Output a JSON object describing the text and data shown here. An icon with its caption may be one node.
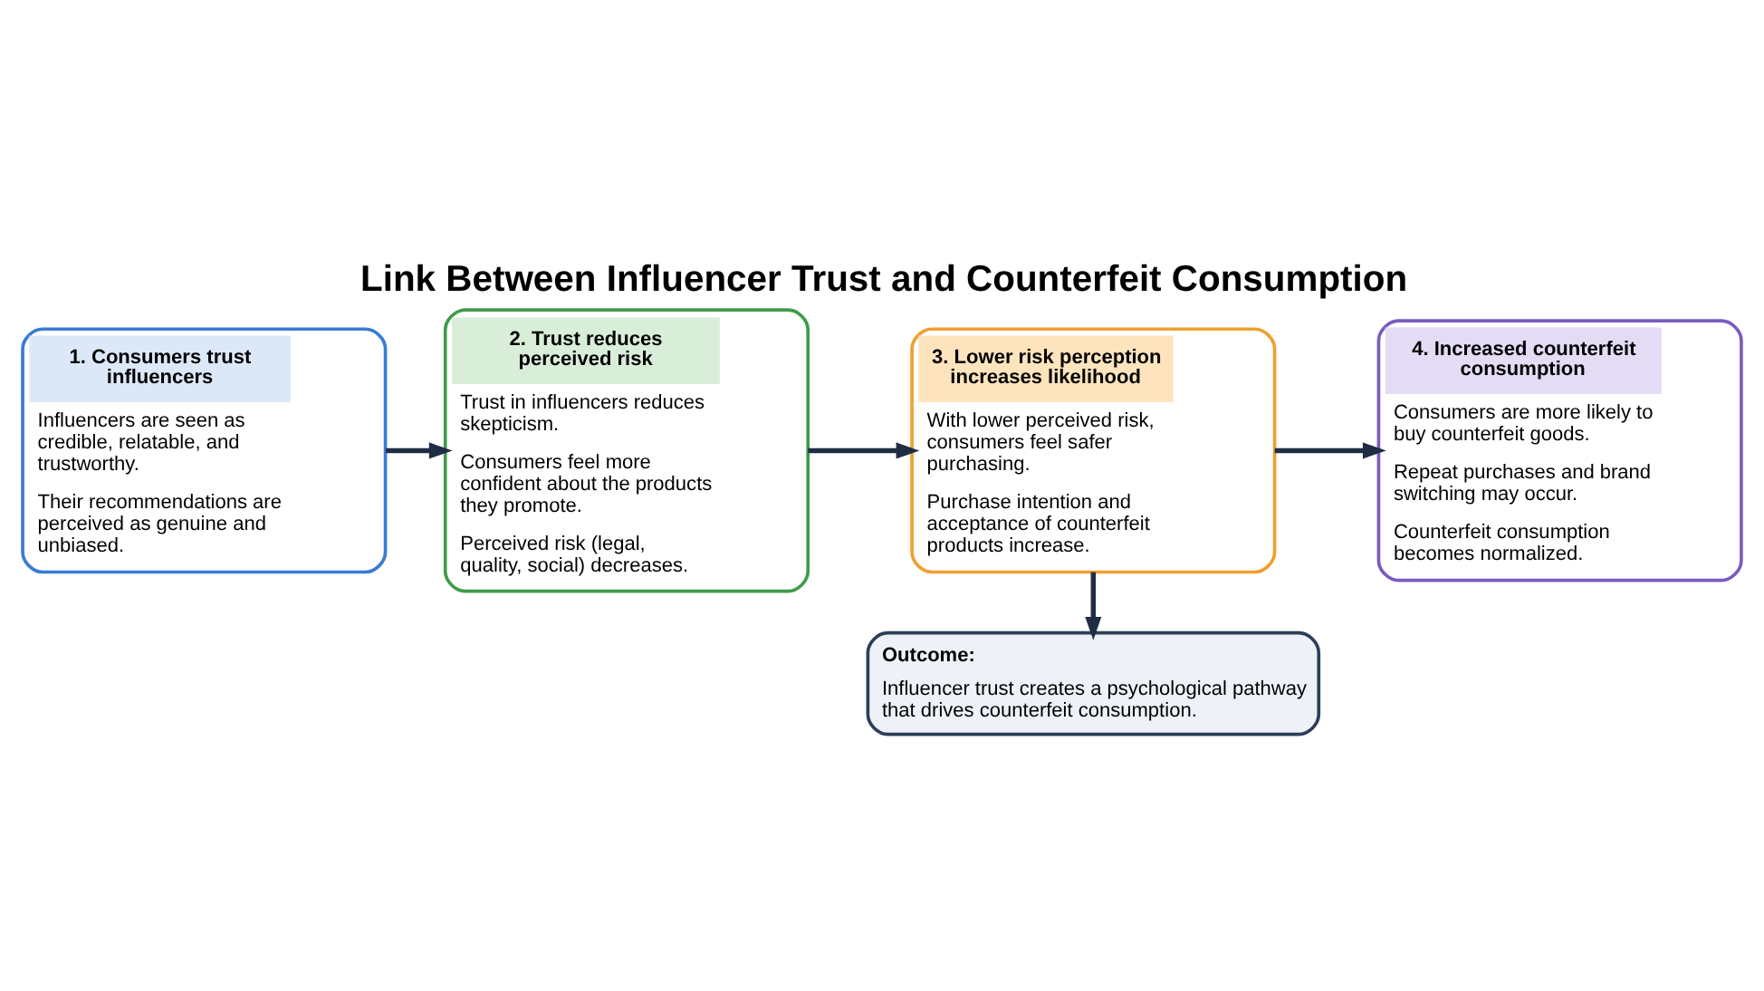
{
  "diagram": {
    "title": "Link Between Influencer Trust and Counterfeit Consumption",
    "nodes": [
      {
        "text": [
          "1. Consumers trust influencers",
          "Influencers are seen as credible, relatable, and trustworthy.",
          "Their recommendations are perceived as genuine and unbiased."
        ]
      },
      {
        "text": [
          "2. Trust reduces perceived risk",
          "Trust in influencers reduces skepticism.",
          "Consumers feel more confident about the products they promote.",
          "Perceived risk (legal, quality, social) decreases."
        ]
      },
      {
        "text": [
          "3. Lower risk perception increases likelihood",
          "With lower perceived risk, consumers feel safer purchasing.",
          "Purchase intention and acceptance of counterfeit products increase."
        ]
      },
      {
        "text": [
          "4. Increased counterfeit consumption",
          "Consumers are more likely to buy counterfeit goods.",
          "Repeat purchases and brand switching may occur.",
          "Counterfeit consumption becomes normalized."
        ]
      },
      {
        "text": [
          "Outcome:",
          "Influencer trust creates a psychological pathway that drives counterfeit consumption."
        ]
      }
    ],
    "edges": [
      {
        "from": 0,
        "to": 1,
        "arrow": "to"
      },
      {
        "from": 1,
        "to": 2,
        "arrow": "to"
      },
      {
        "from": 2,
        "to": 3,
        "arrow": "to"
      },
      {
        "from": 2,
        "to": 4,
        "arrow": "to"
      }
    ]
  }
}
